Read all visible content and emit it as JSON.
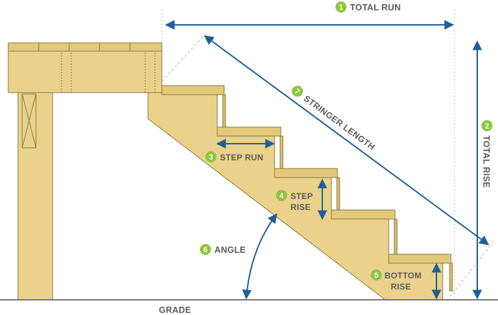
{
  "colors": {
    "wood": "#ead28a",
    "wood_edge": "#8a7a3c",
    "arrow": "#1f5f99",
    "badge": "#8dc63f",
    "text": "#5b5b5b",
    "ground": "#777777",
    "guide": "#bdbdbd"
  },
  "labels": {
    "total_run": {
      "num": "1",
      "text": "TOTAL RUN"
    },
    "total_rise": {
      "num": "2",
      "text": "TOTAL RISE"
    },
    "step_run": {
      "num": "3",
      "text": "STEP RUN"
    },
    "step_rise": {
      "num": "4",
      "line1": "STEP",
      "line2": "RISE"
    },
    "bottom_rise": {
      "num": "5",
      "line1": "BOTTOM",
      "line2": "RISE"
    },
    "angle": {
      "num": "6",
      "text": "ANGLE"
    },
    "stringer_length": {
      "num": "7",
      "text": "STRINGER LENGTH"
    },
    "grade": "GRADE"
  }
}
